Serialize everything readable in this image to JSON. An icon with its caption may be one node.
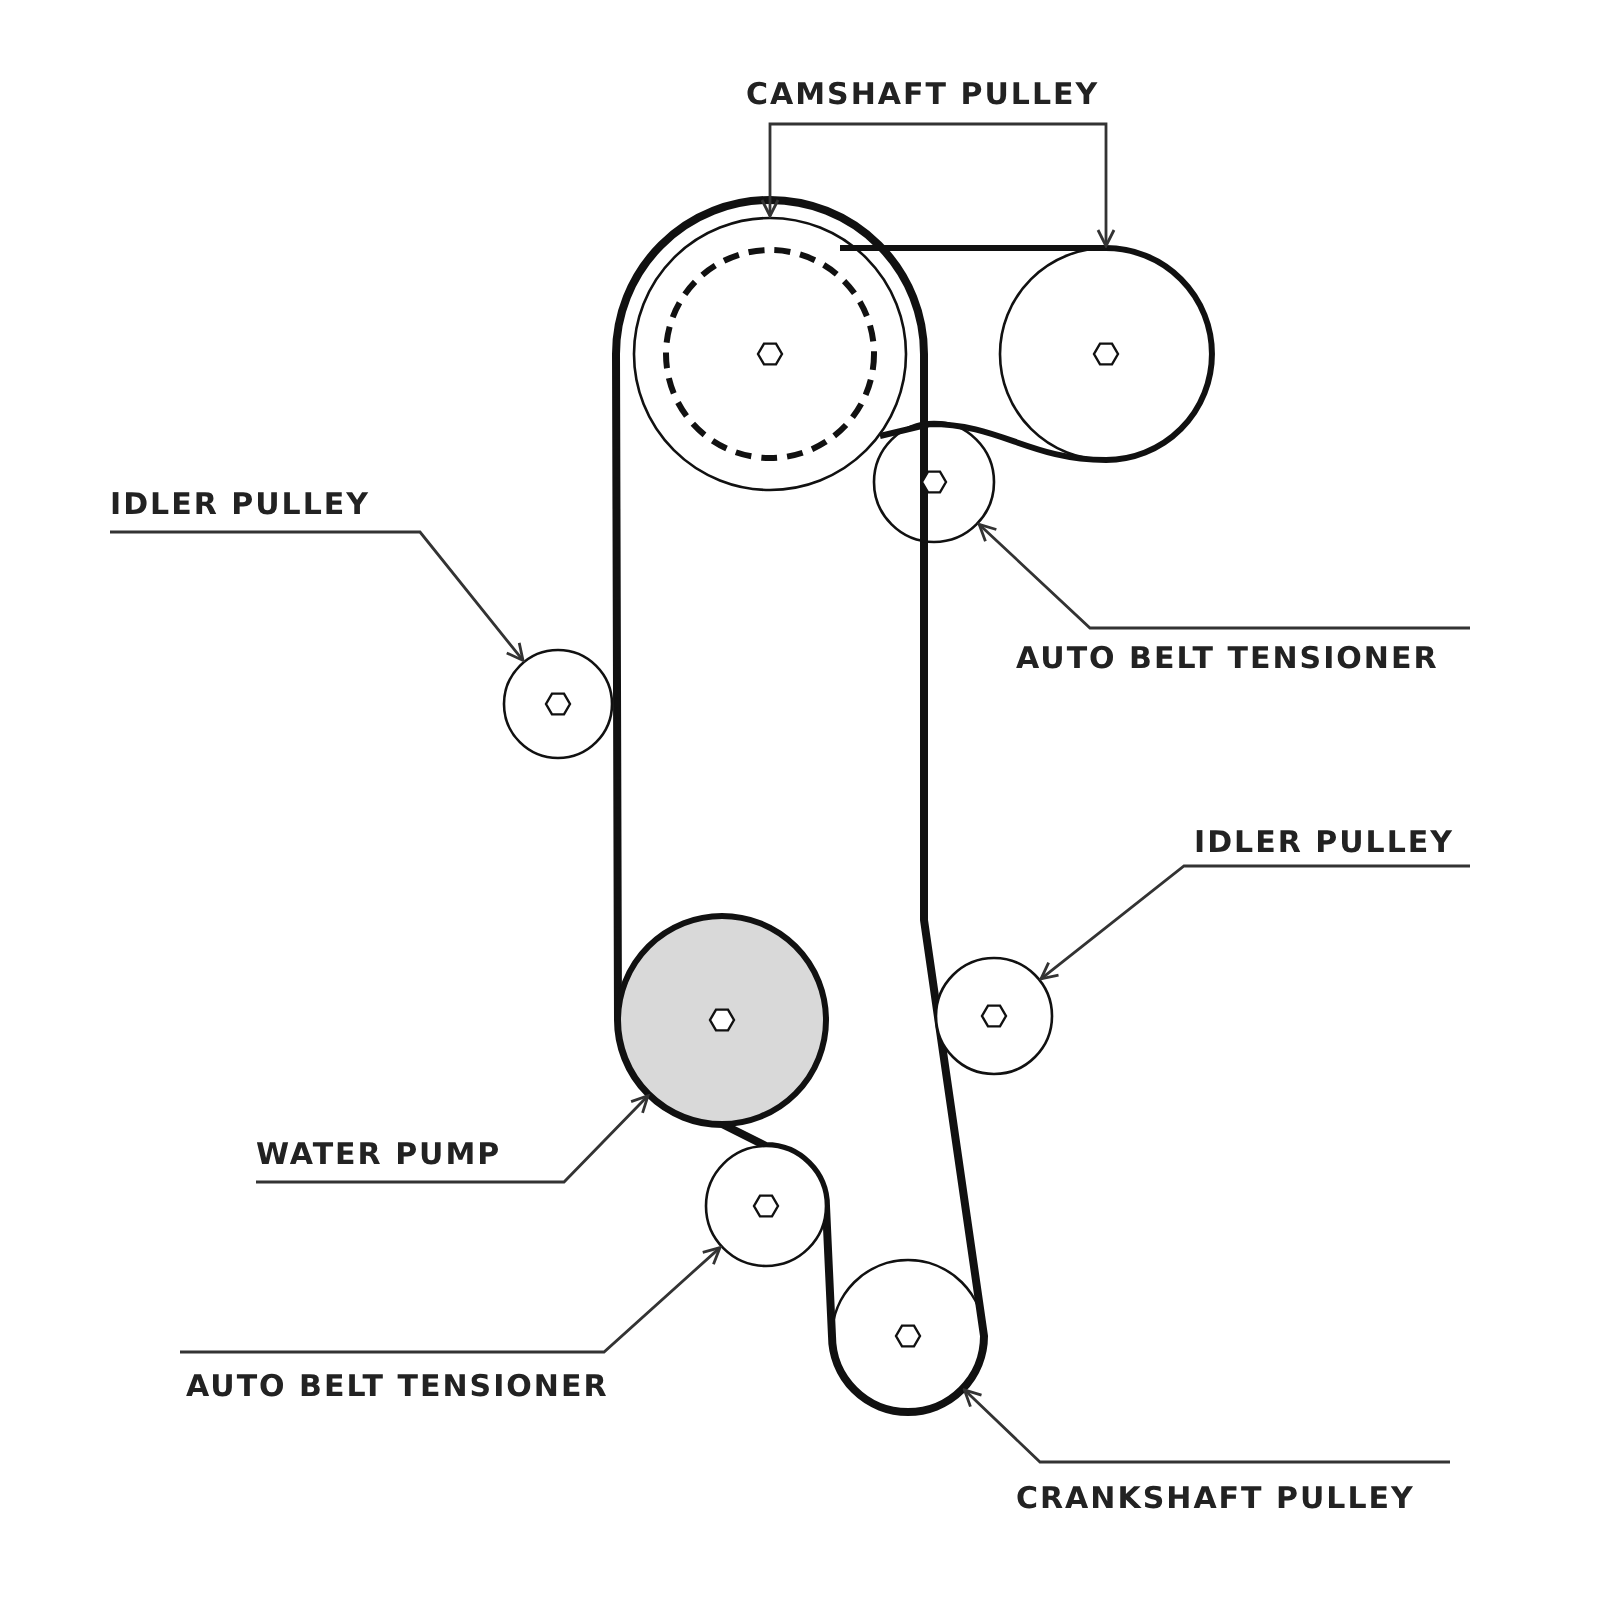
{
  "diagram": {
    "nodes": [
      {
        "text": [
          "CAMSHAFT PULLEY"
        ]
      },
      {
        "text": [],
        "shape": "circle"
      },
      {
        "text": [],
        "shape": "circle"
      },
      {
        "text": [
          "IDLER PULLEY"
        ]
      },
      {
        "text": [],
        "shape": "circle"
      },
      {
        "text": [
          "AUTO BELT TENSIONER"
        ]
      },
      {
        "text": [],
        "shape": "circle"
      },
      {
        "text": [
          "IDLER PULLEY"
        ]
      },
      {
        "text": [],
        "shape": "circle"
      },
      {
        "text": [
          "WATER PUMP"
        ]
      },
      {
        "text": [],
        "shape": "circle"
      },
      {
        "text": [
          "AUTO BELT TENSIONER"
        ]
      },
      {
        "text": [],
        "shape": "circle"
      },
      {
        "text": [
          "CRANKSHAFT PULLEY"
        ]
      },
      {
        "text": [],
        "shape": "circle"
      }
    ],
    "edges": [
      {
        "from": 0,
        "to": 1,
        "arrow": "to"
      },
      {
        "from": 0,
        "to": 2,
        "arrow": "to"
      },
      {
        "from": 3,
        "to": 4,
        "arrow": "to"
      },
      {
        "from": 5,
        "to": 6,
        "arrow": "to"
      },
      {
        "from": 7,
        "to": 8,
        "arrow": "to"
      },
      {
        "from": 9,
        "to": 10,
        "arrow": "to"
      },
      {
        "from": 11,
        "to": 12,
        "arrow": "to"
      },
      {
        "from": 13,
        "to": 14,
        "arrow": "to"
      }
    ]
  }
}
